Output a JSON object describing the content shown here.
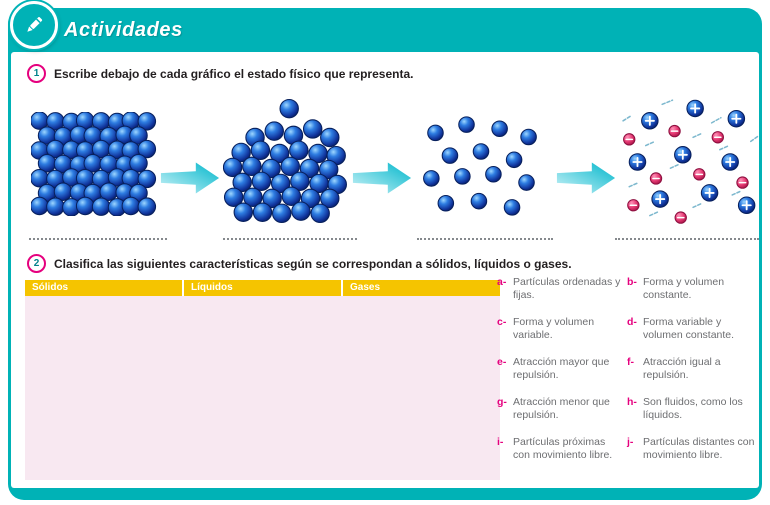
{
  "header": {
    "title": "Actividades"
  },
  "activity1": {
    "number": "1",
    "instruction": "Escribe debajo de cada gráfico el estado físico que representa."
  },
  "diagrams": {
    "states": [
      "solid",
      "liquid",
      "gas",
      "plasma"
    ],
    "answer_lines": 4
  },
  "activity2": {
    "number": "2",
    "instruction": "Clasifica las siguientes características según se correspondan a sólidos, líquidos o gases.",
    "table_headers": [
      "Sólidos",
      "Líquidos",
      "Gases"
    ],
    "items_left": [
      {
        "letter": "a-",
        "text": "Partículas ordenadas y fijas."
      },
      {
        "letter": "c-",
        "text": "Forma y volumen variable."
      },
      {
        "letter": "e-",
        "text": "Atracción mayor que repulsión."
      },
      {
        "letter": "g-",
        "text": "Atracción menor que repulsión."
      },
      {
        "letter": "i-",
        "text": "Partículas próximas con movimiento libre."
      }
    ],
    "items_right": [
      {
        "letter": "b-",
        "text": "Forma y volumen constante."
      },
      {
        "letter": "d-",
        "text": "Forma variable y volumen constante."
      },
      {
        "letter": "f-",
        "text": "Atracción igual a repulsión."
      },
      {
        "letter": "h-",
        "text": "Son fluidos, como los líquidos."
      },
      {
        "letter": "j-",
        "text": "Partículas distantes con movimiento libre."
      }
    ]
  },
  "icons": {
    "header_badge": "pencil-icon",
    "flow": "arrow-right-icon"
  },
  "colors": {
    "teal": "#00b2b6",
    "magenta": "#e5007e",
    "yellow": "#f5c400",
    "panel_pink": "#f8e8f1",
    "sphere_blue": "#1e5fc4",
    "minus_red": "#e63a74",
    "arrow_cyan": "#00b6cb"
  }
}
